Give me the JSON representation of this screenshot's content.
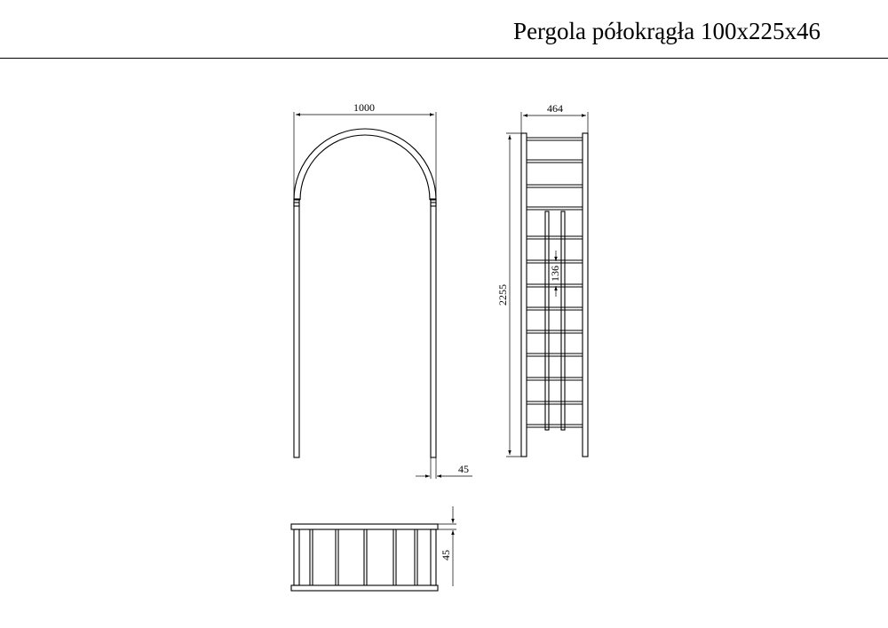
{
  "title": "Pergola półokrągła 100x225x46",
  "dimensions": {
    "front_width": "1000",
    "side_width": "464",
    "total_height": "2255",
    "rung_spacing": "136",
    "post_width": "45",
    "base_height": "45"
  }
}
